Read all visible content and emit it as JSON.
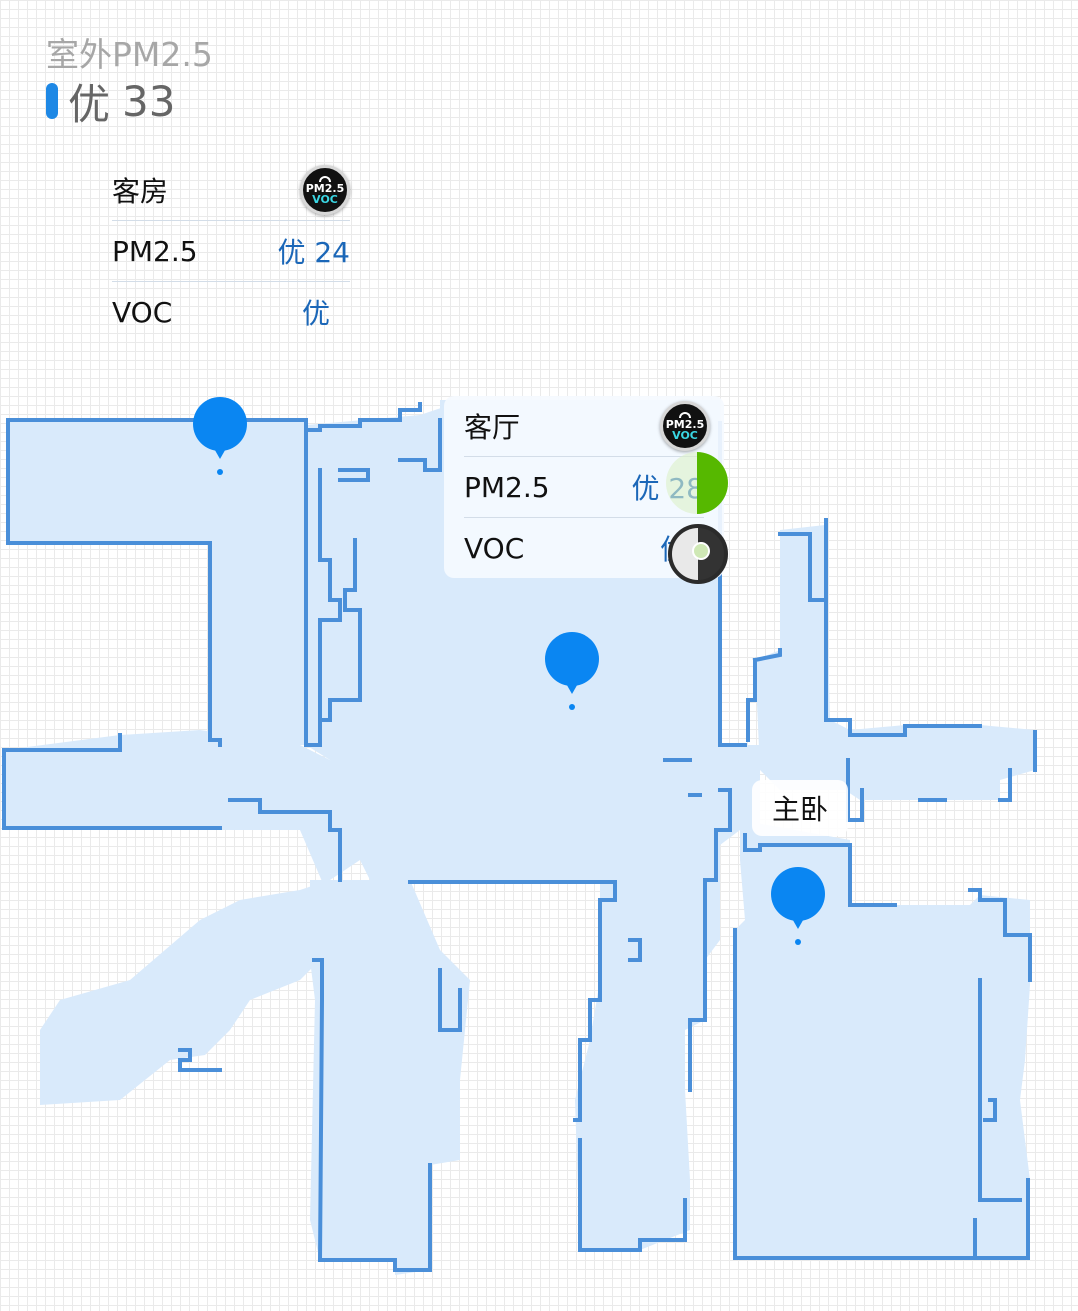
{
  "outdoor": {
    "label": "室外PM2.5",
    "grade": "优",
    "value": "33",
    "level_color": "#1e88e5"
  },
  "rooms": {
    "guest": {
      "name": "客房",
      "pm_label": "PM2.5",
      "pm_value": "优 24",
      "voc_label": "VOC",
      "voc_value": "优",
      "device_pm": "PM2.5",
      "device_voc": "VOC"
    },
    "living": {
      "name": "客厅",
      "pm_label": "PM2.5",
      "pm_value": "优 28",
      "voc_label": "VOC",
      "voc_value": "优",
      "device_pm": "PM2.5",
      "device_voc": "VOC"
    },
    "master": {
      "name": "主卧"
    }
  },
  "colors": {
    "floor": "#d9eafb",
    "wall": "#4a8fd9",
    "pin": "#0a86f2",
    "value_text": "#1b67b8"
  },
  "icons": {
    "room_pin": "location-pin-icon",
    "air_sensor": "air-quality-sensor-icon",
    "robot": "robot-vacuum-icon",
    "gauge": "sensor-status-icon"
  }
}
